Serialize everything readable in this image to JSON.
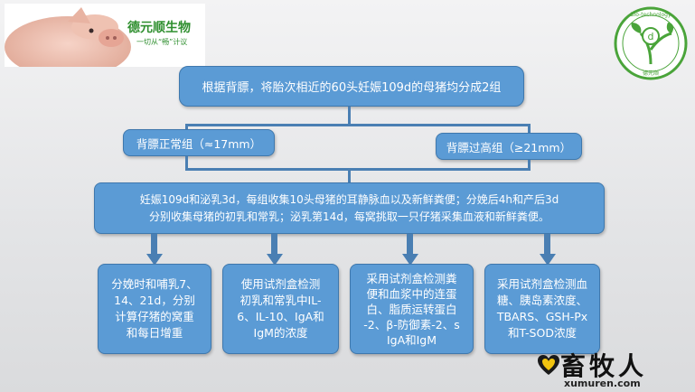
{
  "header": {
    "brand_name": "德元顺生物",
    "slogan": "一切从“畅”计议",
    "right_logo_top": "Bio-technology",
    "right_logo_mark": "d",
    "right_logo_bottom": "德元顺"
  },
  "flow": {
    "top": "根据背膘，将胎次相近的60头妊娠109d的母猪均分成2组",
    "group_normal": "背膘正常组（≈17mm）",
    "group_high": "背膘过高组（≥21mm）",
    "collection_line1": "妊娠109d和泌乳3d，每组收集10头母猪的耳静脉血以及新鲜粪便；分娩后4h和产后3d",
    "collection_line2": "分别收集母猪的初乳和常乳；泌乳第14d，每窝挑取一只仔猪采集血液和新鲜粪便。",
    "boxes": [
      {
        "lines": [
          "分娩时和哺乳7、",
          "14、21d，分别",
          "计算仔猪的窝重",
          "和每日增重"
        ]
      },
      {
        "lines": [
          "使用试剂盒检测",
          "初乳和常乳中IL-",
          "6、IL-10、IgA和",
          "IgM的浓度"
        ]
      },
      {
        "lines": [
          "采用试剂盒检测粪",
          "便和血浆中的连蛋",
          "白、脂质运转蛋白",
          "-2、β-防御素-2、s",
          "IgA和IgM"
        ]
      },
      {
        "lines": [
          "采用试剂盒检测血",
          "糖、胰岛素浓度、",
          "TBARS、GSH-Px",
          "和T-SOD浓度"
        ]
      }
    ]
  },
  "watermark": {
    "name": "畜牧人",
    "url": "xumuren.com"
  },
  "colors": {
    "box_fill": "#5b9bd5",
    "box_border": "#3f78ad",
    "brand_green": "#2f8f2f"
  }
}
